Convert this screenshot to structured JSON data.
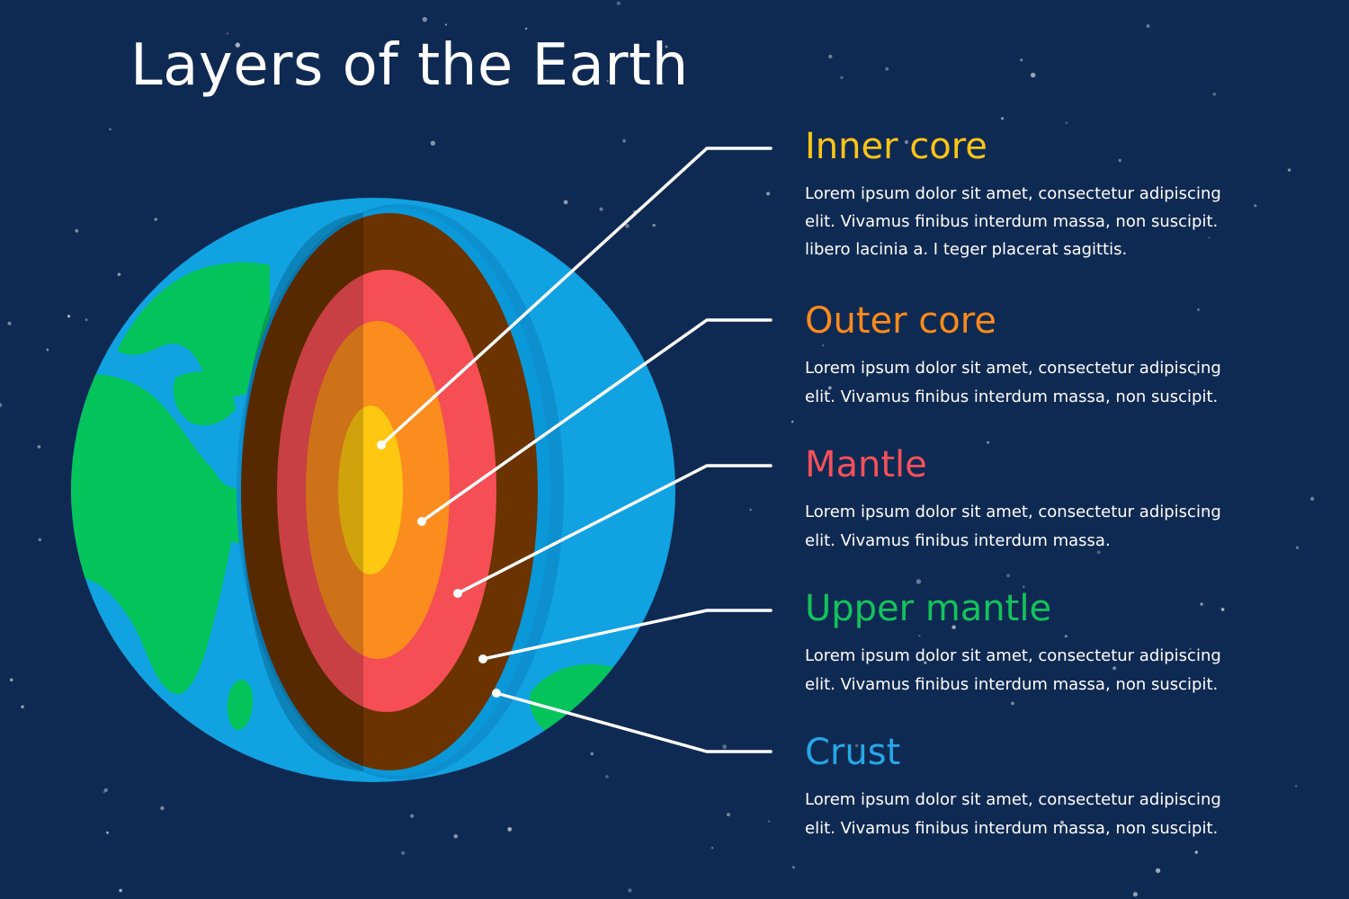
{
  "title": "Layers of the Earth",
  "colors": {
    "background": "#0f2a52",
    "inner_core": "#fcc418",
    "outer_core": "#fb8a1c",
    "mantle": "#f4505b",
    "upper_mantle": "#14c35c",
    "crust": "#27a6e6",
    "ocean": "#11a2e2",
    "land": "#05c45c"
  },
  "layers": [
    {
      "name": "Inner core",
      "description_lines": [
        "Lorem ipsum dolor sit amet, consectetur adipiscing",
        "elit. Vivamus finibus interdum massa, non suscipit.",
        "libero lacinia a. I teger placerat sagittis."
      ]
    },
    {
      "name": "Outer core",
      "description_lines": [
        "Lorem ipsum dolor sit amet, consectetur adipiscing",
        "elit. Vivamus finibus interdum massa, non suscipit."
      ]
    },
    {
      "name": "Mantle",
      "description_lines": [
        "Lorem ipsum dolor sit amet, consectetur adipiscing",
        "elit. Vivamus finibus interdum massa."
      ]
    },
    {
      "name": "Upper mantle",
      "description_lines": [
        "Lorem ipsum dolor sit amet, consectetur adipiscing",
        "elit. Vivamus finibus interdum massa, non suscipit."
      ]
    },
    {
      "name": "Crust",
      "description_lines": [
        "Lorem ipsum dolor sit amet, consectetur adipiscing",
        "elit. Vivamus finibus interdum massa, non suscipit."
      ]
    }
  ]
}
